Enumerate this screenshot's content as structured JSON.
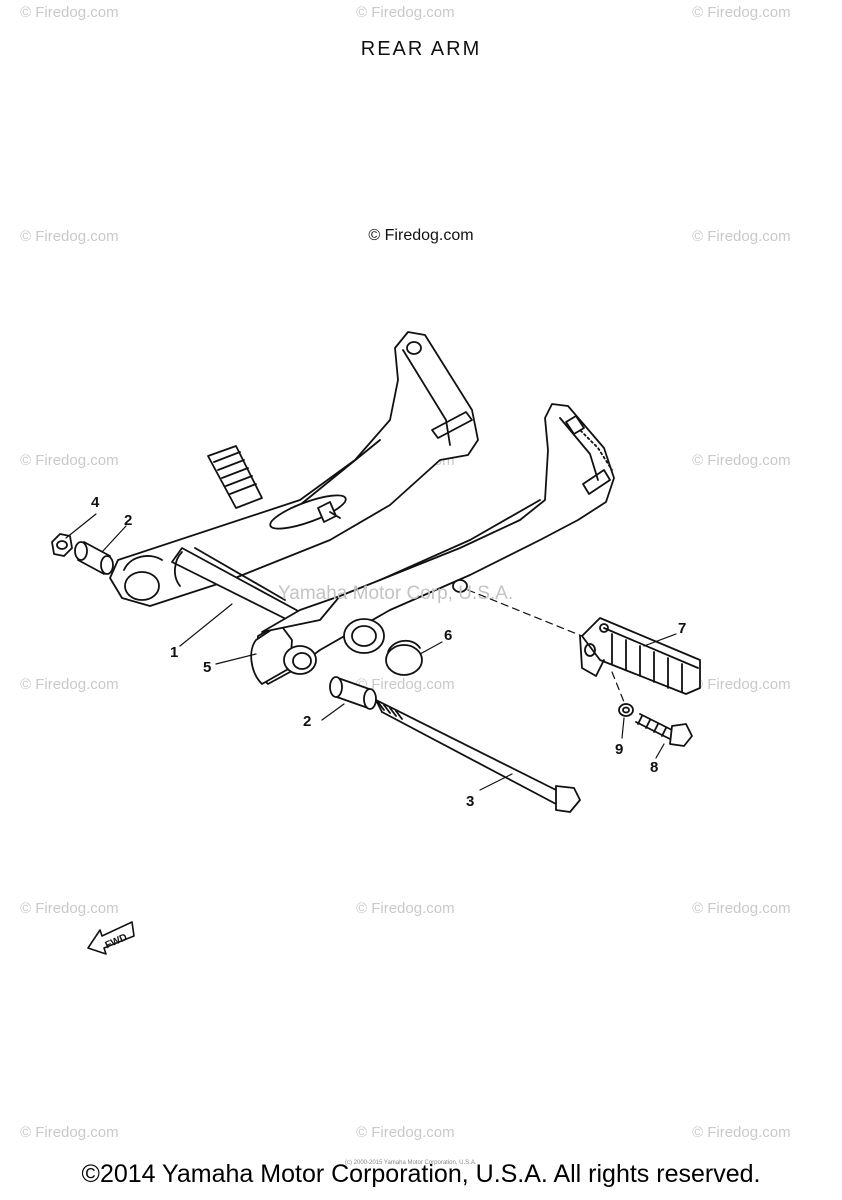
{
  "title": "REAR ARM",
  "watermark_center": "© Firedog.com",
  "watermark_tile": "© Firedog.com",
  "watermark_yamaha": "Yamaha Motor Corp, U.S.A.",
  "fwd_label": "FWD",
  "tiny_notice": "(c) 2000-2015 Yamaha Motor Corporation, U.S.A.",
  "copyright": "©2014 Yamaha Motor Corporation, U.S.A. All rights reserved.",
  "callouts": {
    "c1": "1",
    "c2a": "2",
    "c2b": "2",
    "c3": "3",
    "c4": "4",
    "c5": "5",
    "c6": "6",
    "c7": "7",
    "c8": "8",
    "c9": "9"
  }
}
